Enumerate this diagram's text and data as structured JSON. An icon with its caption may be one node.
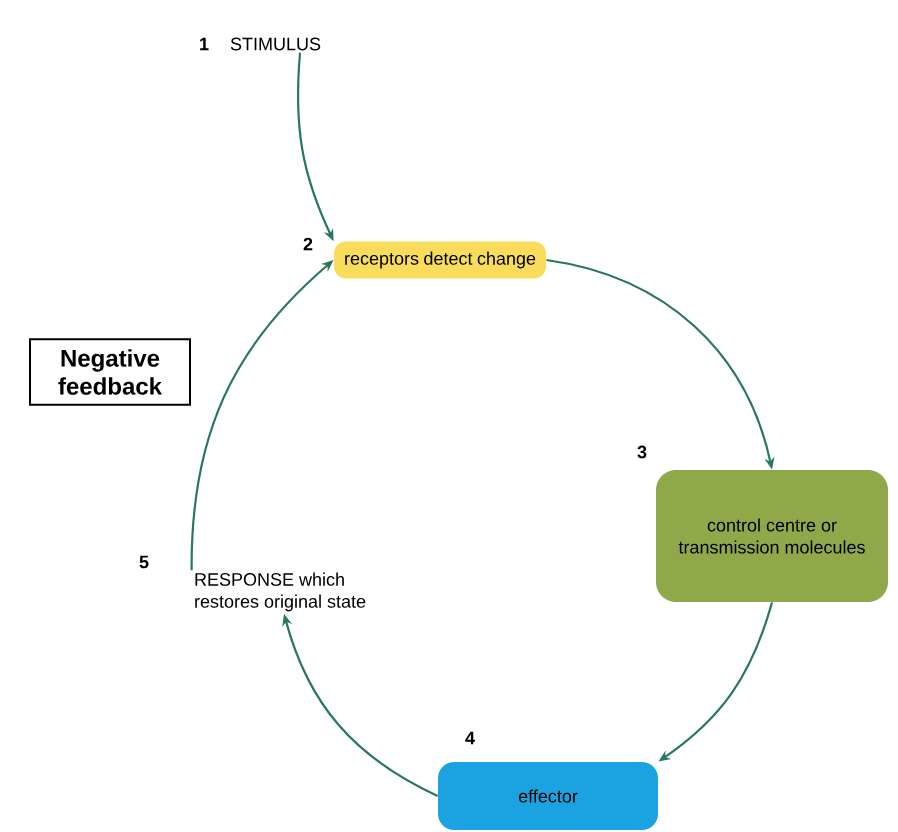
{
  "diagram": {
    "nodes": [
      {
        "text": [
          "STIMULUS"
        ],
        "beside": [
          "1"
        ]
      },
      {
        "text": [
          "receptors detect change"
        ],
        "beside": [
          "2"
        ]
      },
      {
        "text": [
          "control centre or transmission molecules"
        ],
        "beside": [
          "3"
        ]
      },
      {
        "text": [
          "effector"
        ],
        "beside": [
          "4"
        ]
      },
      {
        "text": [
          "RESPONSE which restores original state"
        ],
        "beside": [
          "5"
        ]
      },
      {
        "text": [
          "Negative feedback"
        ]
      }
    ],
    "edges": [
      {
        "from": 0,
        "to": 1,
        "arrow": "to"
      },
      {
        "from": 1,
        "to": 2,
        "arrow": "to"
      },
      {
        "from": 2,
        "to": 3,
        "arrow": "to"
      },
      {
        "from": 3,
        "to": 4,
        "arrow": "to"
      },
      {
        "from": 4,
        "to": 1,
        "arrow": "to"
      }
    ]
  }
}
